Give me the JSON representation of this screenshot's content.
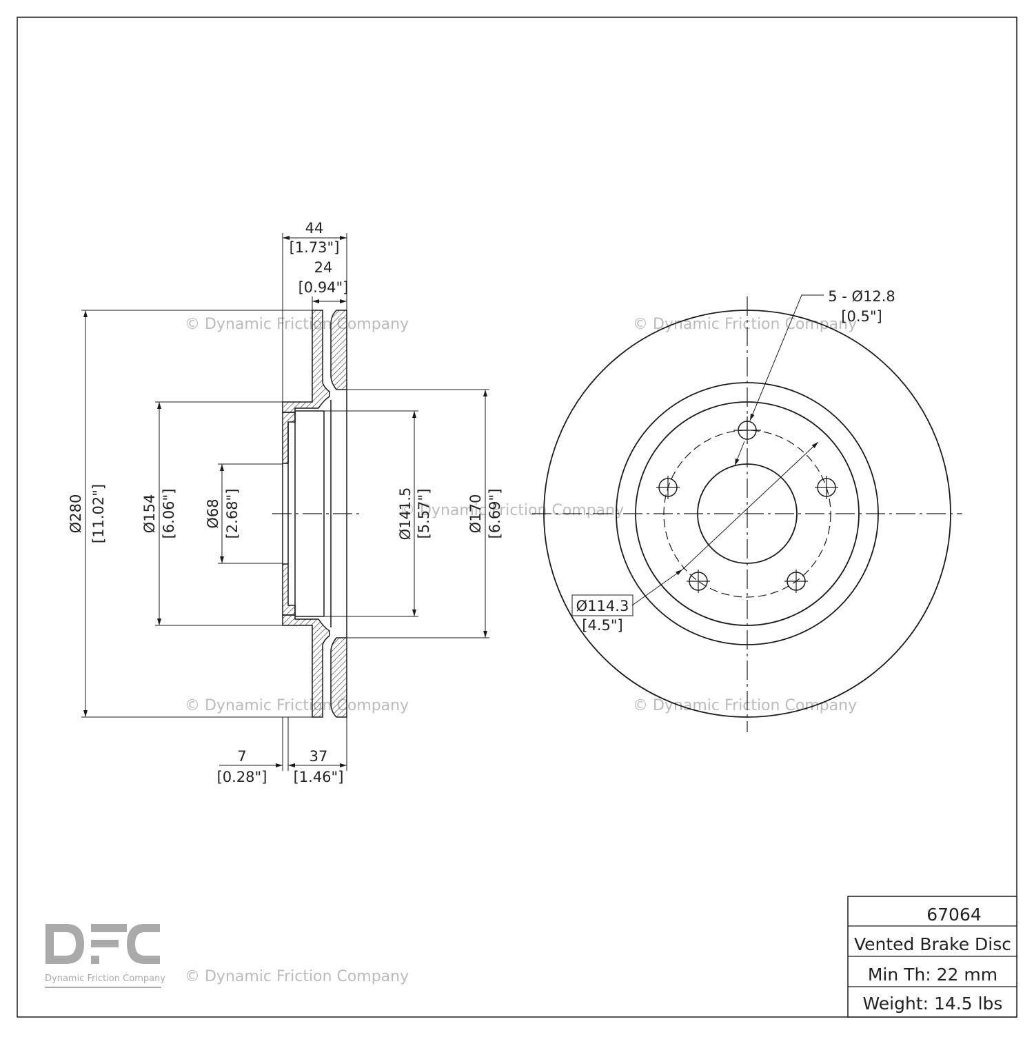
{
  "title_block": {
    "part_number": "67064",
    "description": "Vented Brake Disc",
    "min_thickness": "Min Th: 22 mm",
    "weight": "Weight: 14.5 lbs"
  },
  "logo": {
    "letters": "DFC",
    "caption": "Dynamic Friction Company"
  },
  "watermark": "© Dynamic Friction Company",
  "dimensions": {
    "overall_width": {
      "mm": "44",
      "inch": "[1.73\"]"
    },
    "rotor_thickness": {
      "mm": "24",
      "inch": "[0.94\"]"
    },
    "outer_diameter": {
      "mm": "Ø280",
      "inch": "[11.02\"]"
    },
    "hat_diameter": {
      "mm": "Ø154",
      "inch": "[6.06\"]"
    },
    "center_bore": {
      "mm": "Ø68",
      "inch": "[2.68\"]"
    },
    "inner_hat_diameter": {
      "mm": "Ø141.5",
      "inch": "[5.57\"]"
    },
    "friction_inner_diameter": {
      "mm": "Ø170",
      "inch": "[6.69\"]"
    },
    "hat_wall": {
      "mm": "7",
      "inch": "[0.28\"]"
    },
    "hat_depth": {
      "mm": "37",
      "inch": "[1.46\"]"
    },
    "bolt_holes": {
      "mm": "5 - Ø12.8",
      "inch": "[0.5\"]"
    },
    "bolt_circle": {
      "mm": "Ø114.3",
      "inch": "[4.5\"]"
    }
  },
  "colors": {
    "line": "#1a1a1a",
    "watermark": "#bbbbbb",
    "logo": "#aaaaaa"
  }
}
